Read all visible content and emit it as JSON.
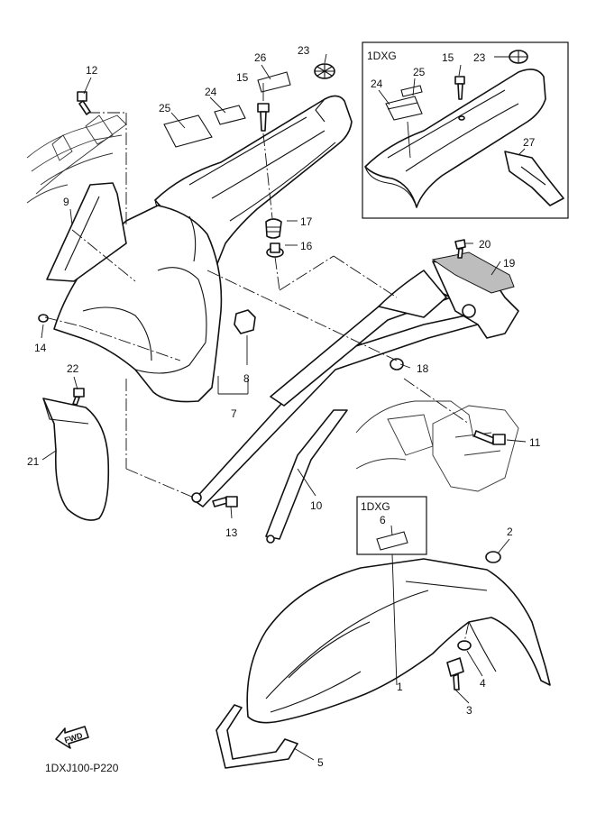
{
  "drawing_code": "1DXJ100-P220",
  "fwd_label": "FWD",
  "inset_code": "1DXG",
  "callouts": {
    "p1": "1",
    "p2": "2",
    "p3": "3",
    "p4": "4",
    "p5": "5",
    "p6": "6",
    "p7": "7",
    "p8": "8",
    "p9": "9",
    "p10": "10",
    "p11": "11",
    "p12": "12",
    "p13": "13",
    "p14": "14",
    "p15": "15",
    "p16": "16",
    "p17": "17",
    "p18": "18",
    "p19": "19",
    "p20": "20",
    "p21": "21",
    "p22": "22",
    "p23": "23",
    "p24": "24",
    "p25": "25",
    "p26": "26",
    "p27": "27"
  },
  "inset_callouts": {
    "p15": "15",
    "p23": "23",
    "p24": "24",
    "p25": "25",
    "p27": "27"
  },
  "lower_inset_callouts": {
    "p6": "6"
  }
}
